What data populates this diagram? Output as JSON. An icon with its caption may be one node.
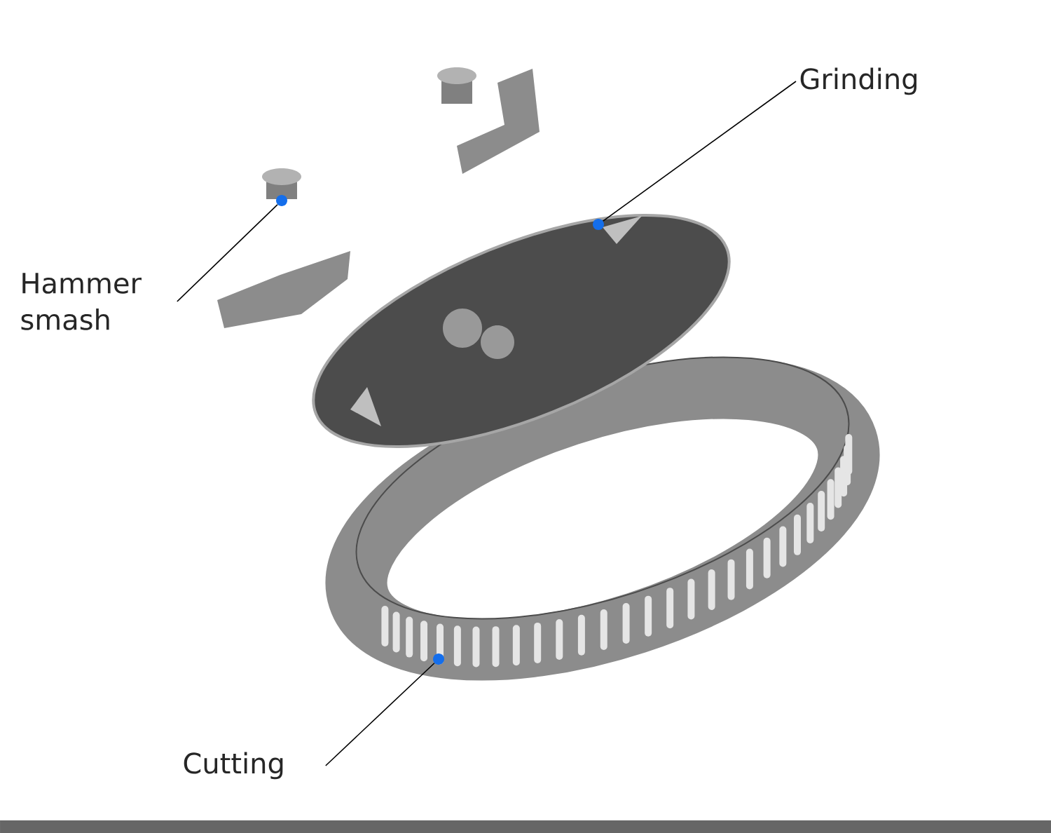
{
  "diagram": {
    "nodes": [
      {
        "text": [
          "Hammer smash"
        ]
      },
      {
        "text": [],
        "shape": "circle"
      },
      {
        "text": [
          "Grinding"
        ]
      },
      {
        "text": [],
        "shape": "circle"
      },
      {
        "text": [
          "Cutting"
        ]
      },
      {
        "text": [],
        "shape": "circle"
      }
    ],
    "edges": [
      {
        "from": 0,
        "to": 1,
        "arrow": "none"
      },
      {
        "from": 2,
        "to": 3,
        "arrow": "none"
      },
      {
        "from": 4,
        "to": 5,
        "arrow": "none"
      }
    ]
  }
}
